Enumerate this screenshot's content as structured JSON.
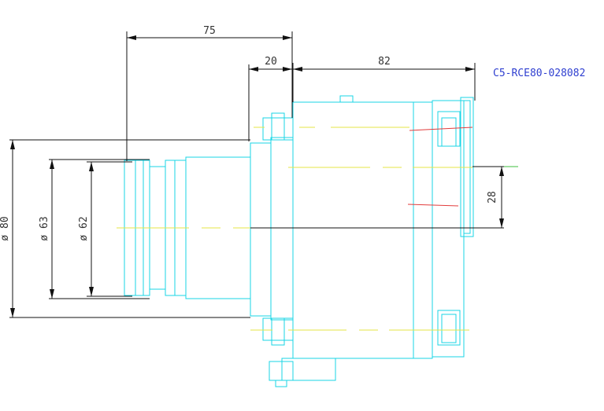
{
  "drawing": {
    "part_number": "C5-RCE80-028082",
    "dimensions": {
      "overall_length": "75",
      "flange_length": "20",
      "body_length": "82",
      "offset": "28",
      "dia_outer": "ø 80",
      "dia_63": "ø 63",
      "dia_62": "ø 62"
    },
    "colors": {
      "outline": "#19d6e6",
      "dimension": "#111111",
      "centerline": "#e6e645",
      "hidden": "#e23c3c",
      "reference": "#3fbf3f",
      "label": "#2f3fd0"
    }
  }
}
